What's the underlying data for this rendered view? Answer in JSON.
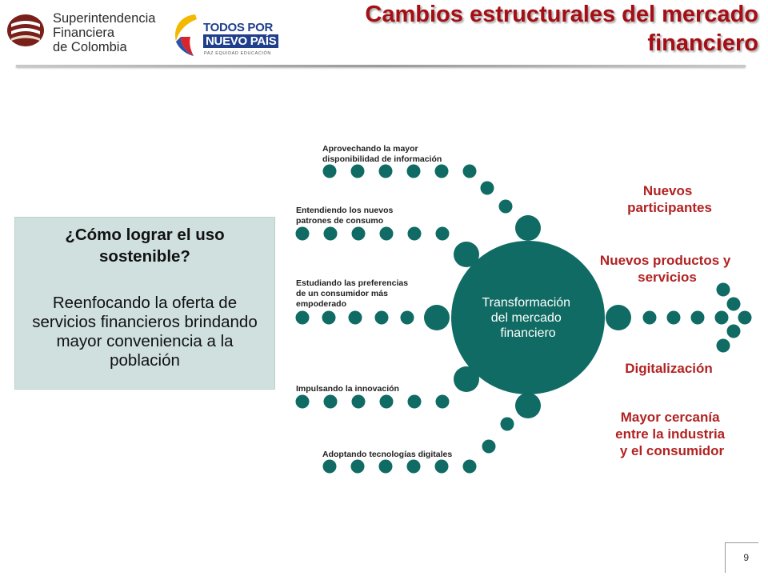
{
  "header": {
    "title_line1": "Cambios estructurales del mercado",
    "title_line2": "financiero",
    "sfc_logo_lines": [
      "Superintendencia",
      "Financiera",
      "de Colombia"
    ],
    "gob_logo": {
      "line1": "TODOS POR UN",
      "line2": "NUEVO PAÍS",
      "tagline": "PAZ  EQUIDAD  EDUCACIÓN"
    }
  },
  "question_box": {
    "title": "¿Cómo lograr el uso sostenible?",
    "body": "Reenfocando la oferta de servicios financieros brindando mayor conveniencia a la población"
  },
  "diagram": {
    "center_lines": [
      "Transformación",
      "del mercado",
      "financiero"
    ],
    "inputs": [
      {
        "lines": [
          "Aprovechando la mayor",
          "disponibilidad de información"
        ]
      },
      {
        "lines": [
          "Entendiendo los nuevos",
          "patrones de consumo"
        ]
      },
      {
        "lines": [
          "Estudiando las preferencias",
          "de un consumidor más",
          "empoderado"
        ]
      },
      {
        "lines": [
          "Impulsando la innovación"
        ]
      },
      {
        "lines": [
          "Adoptando tecnologías digitales"
        ]
      }
    ],
    "outcomes": [
      {
        "lines": [
          "Nuevos",
          "participantes"
        ]
      },
      {
        "lines": [
          "Nuevos productos y",
          "servicios"
        ]
      },
      {
        "lines": [
          "Digitalización"
        ]
      },
      {
        "lines": [
          "Mayor cercanía",
          "entre la industria",
          "y el consumidor"
        ]
      }
    ]
  },
  "colors": {
    "title": "#a50e15",
    "dots": "#0f6b63",
    "outcome_text": "#b22222",
    "box_bg": "#cfe0df"
  },
  "footer": {
    "page_number": "9"
  }
}
